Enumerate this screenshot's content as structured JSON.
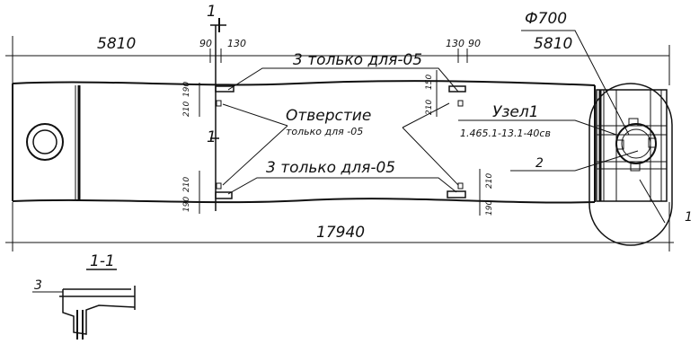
{
  "dimensions": {
    "left_top": "5810",
    "right_top": "5810",
    "left_90": "90",
    "left_130": "130",
    "right_130": "130",
    "right_90": "90",
    "total": "17940",
    "v190_tl": "190",
    "v210_tl": "210",
    "v210_bl": "210",
    "v190_bl": "190",
    "v150_tr": "150",
    "v210_tr": "210",
    "v210_br": "210",
    "v190_br": "190",
    "pipe_diameter": "Ф700"
  },
  "labels": {
    "top_note": "3  только для-05",
    "hole_label": "Отверстие",
    "hole_note": "только для -05",
    "bottom_note": "3 только для-05",
    "node_title": "Узел1",
    "node_ref": "1.465.1-13.1-40св",
    "leader_2": "2",
    "leader_1": "1",
    "section_mark_top": "1",
    "section_mark_bottom": "1",
    "section_title": "1-1",
    "section_leader_3": "3"
  }
}
